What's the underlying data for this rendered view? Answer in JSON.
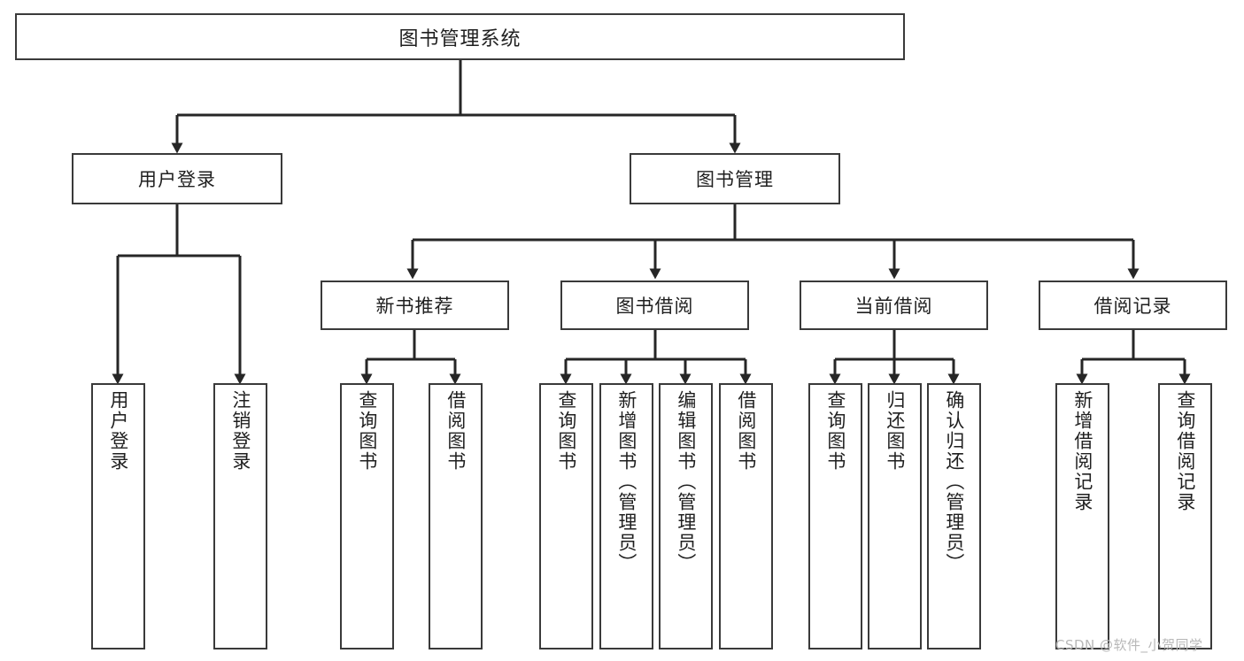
{
  "diagram": {
    "title": "图书管理系统",
    "type": "tree-hierarchy",
    "root": {
      "label": "图书管理系统"
    },
    "level1": [
      {
        "label": "用户登录"
      },
      {
        "label": "图书管理"
      }
    ],
    "level2": [
      {
        "label": "新书推荐"
      },
      {
        "label": "图书借阅"
      },
      {
        "label": "当前借阅"
      },
      {
        "label": "借阅记录"
      }
    ],
    "leaves": {
      "user_login": [
        {
          "label": "用户登录"
        },
        {
          "label": "注销登录"
        }
      ],
      "new_book_recommend": [
        {
          "label": "查询图书"
        },
        {
          "label": "借阅图书"
        }
      ],
      "book_borrow": [
        {
          "label": "查询图书"
        },
        {
          "label": "新增图书（管理员）"
        },
        {
          "label": "编辑图书（管理员）"
        },
        {
          "label": "借阅图书"
        }
      ],
      "current_borrow": [
        {
          "label": "查询图书"
        },
        {
          "label": "归还图书"
        },
        {
          "label": "确认归还（管理员）"
        }
      ],
      "borrow_record": [
        {
          "label": "新增借阅记录"
        },
        {
          "label": "查询借阅记录"
        }
      ]
    }
  },
  "watermark": {
    "text": "CSDN @软件_小贺同学"
  },
  "colors": {
    "box_border": "#3a3a3a",
    "box_fill": "#ffffff",
    "connector": "#262626",
    "text": "#1f1f1f",
    "watermark": "#b8b8b8"
  }
}
